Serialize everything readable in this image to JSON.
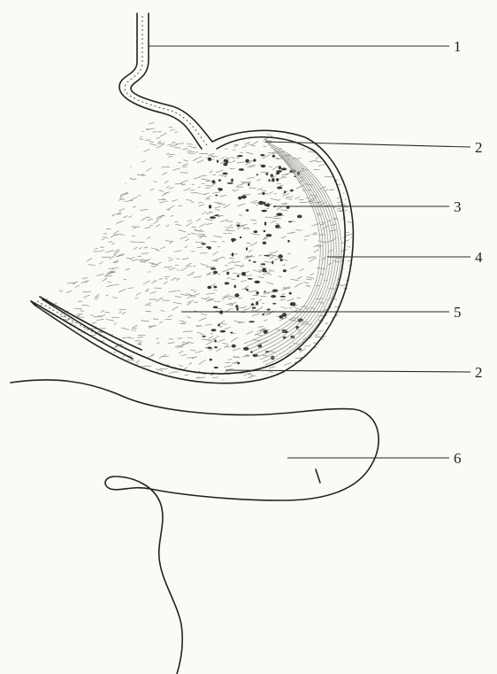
{
  "labels": [
    {
      "id": "label-1",
      "text": "1"
    },
    {
      "id": "label-2-top",
      "text": "2"
    },
    {
      "id": "label-3",
      "text": "3"
    },
    {
      "id": "label-4",
      "text": "4"
    },
    {
      "id": "label-5",
      "text": "5"
    },
    {
      "id": "label-2-bottom",
      "text": "2"
    },
    {
      "id": "label-6",
      "text": "6"
    }
  ],
  "colors": {
    "ink": "#222222",
    "paper": "#fbfaf6",
    "hatch": "#8a8a8a",
    "wall": "#3a3a3a"
  }
}
